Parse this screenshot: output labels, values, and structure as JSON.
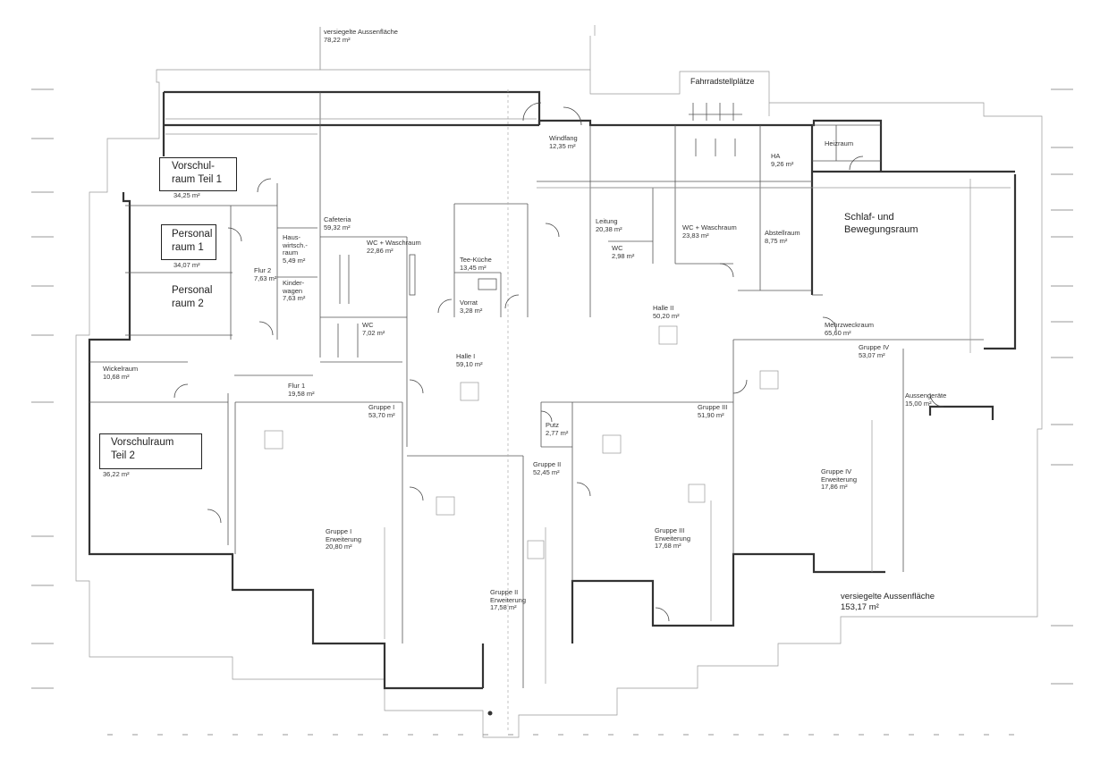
{
  "rooms": {
    "sealed_top": {
      "name": "versiegelte Aussenfläche",
      "area": "78,22 m²"
    },
    "bike": {
      "name": "Fahrradstellplätze"
    },
    "vorschul1": {
      "name": "Vorschul-\nraum Teil 1",
      "area": "34,25 m²"
    },
    "personal1": {
      "name": "Personal\nraum 1",
      "area": "34,07 m²"
    },
    "personal2": {
      "name": "Personal\nraum 2"
    },
    "wickel": {
      "name": "Wickelraum",
      "area": "10,68 m²"
    },
    "vorschul2": {
      "name": "Vorschulraum\nTeil 2",
      "area": "36,22 m²"
    },
    "hauswirt": {
      "name": "Haus-\nwirtsch.-\nraum",
      "area": "5,49 m²"
    },
    "flur2": {
      "name": "Flur 2",
      "area": "7,63 m²"
    },
    "kinderwagen": {
      "name": "Kinder-\nwagen",
      "area": "7,63 m²"
    },
    "cafeteria": {
      "name": "Cafeteria",
      "area": "59,32 m²"
    },
    "wc_wasch1": {
      "name": "WC + Waschraum",
      "area": "22,86 m²"
    },
    "wc1": {
      "name": "WC",
      "area": "7,02 m²"
    },
    "teekueche": {
      "name": "Tee-Küche",
      "area": "13,45 m²"
    },
    "vorrat": {
      "name": "Vorrat",
      "area": "3,28 m²"
    },
    "windfang": {
      "name": "Windfang",
      "area": "12,35 m²"
    },
    "leitung": {
      "name": "Leitung",
      "area": "20,38 m²"
    },
    "wc2": {
      "name": "WC",
      "area": "2,98 m²"
    },
    "wc_wasch2": {
      "name": "WC + Waschraum",
      "area": "23,83 m²"
    },
    "ha": {
      "name": "HA",
      "area": "9,26 m²"
    },
    "heiz": {
      "name": "Heizraum"
    },
    "abstell": {
      "name": "Abstellraum",
      "area": "8,75 m²"
    },
    "schlaf": {
      "name": "Schlaf- und\nBewegungsraum"
    },
    "halle2": {
      "name": "Halle II",
      "area": "50,20 m²"
    },
    "mehrzweck": {
      "name": "Mehrzweckraum",
      "area": "65,60 m²"
    },
    "flur1": {
      "name": "Flur 1",
      "area": "19,58 m²"
    },
    "halle1": {
      "name": "Halle I",
      "area": "59,10 m²"
    },
    "gruppe1": {
      "name": "Gruppe I",
      "area": "53,70 m²"
    },
    "gruppe1e": {
      "name": "Gruppe I\nErweiterung",
      "area": "20,80 m²"
    },
    "putz": {
      "name": "Putz",
      "area": "2,77 m²"
    },
    "gruppe2": {
      "name": "Gruppe II",
      "area": "52,45 m²"
    },
    "gruppe2e": {
      "name": "Gruppe II\nErweiterung",
      "area": "17,58 m²"
    },
    "gruppe3": {
      "name": "Gruppe III",
      "area": "51,90 m²"
    },
    "gruppe3e": {
      "name": "Gruppe III\nErweiterung",
      "area": "17,68 m²"
    },
    "gruppe4": {
      "name": "Gruppe IV",
      "area": "53,07 m²"
    },
    "gruppe4e": {
      "name": "Gruppe IV\nErweiterung",
      "area": "17,86 m²"
    },
    "aussengeraete": {
      "name": "Aussengeräte",
      "area": "15,00 m²"
    },
    "sealed_bottom": {
      "name": "versiegelte Aussenfläche",
      "area": "153,17 m²"
    }
  }
}
